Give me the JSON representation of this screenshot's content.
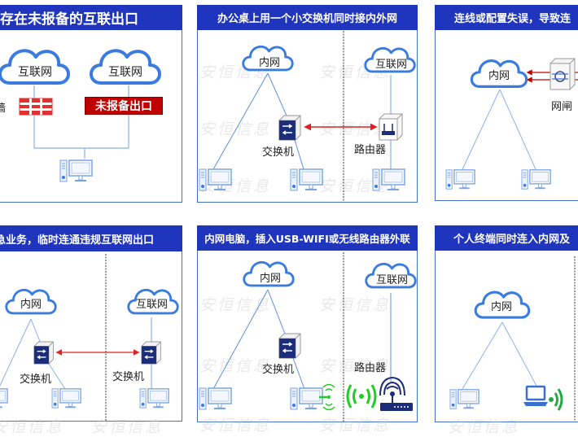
{
  "colors": {
    "header_bg": "#1f35bd",
    "border": "#4472c4",
    "cloud": "#3a7be0",
    "link": "#5b8fe0",
    "arrow_red": "#e02020",
    "alarm_red": "#c00000",
    "wifi_green": "#22cc22",
    "switch_navy": "#1b2d7a"
  },
  "watermark": "安恒信息",
  "panels": [
    {
      "title": "存在未报备的互联出口",
      "clouds": [
        "互联网",
        "互联网"
      ],
      "cut_label": "墙",
      "badge": "未报备出口"
    },
    {
      "title": "办公桌上用一个小交换机同时接内外网",
      "clouds": [
        "内网",
        "互联网"
      ],
      "switch_label": "交换机",
      "router_label": "路由器"
    },
    {
      "title": "连线或配置失误，导致连",
      "clouds": [
        "内网"
      ],
      "gateway_label": "网闸"
    },
    {
      "title": "急业务，临时连通违规互联网出口",
      "clouds": [
        "内网",
        "互联网"
      ],
      "switch_label_left": "交换机",
      "switch_label_right": "交换机"
    },
    {
      "title": "内网电脑，插入USB-WIFI或无线路由器外联",
      "clouds": [
        "内网",
        "互联网"
      ],
      "switch_label": "交换机",
      "router_label": "路由器"
    },
    {
      "title": "个人终端同时连入内网及",
      "clouds": [
        "内网"
      ]
    }
  ]
}
